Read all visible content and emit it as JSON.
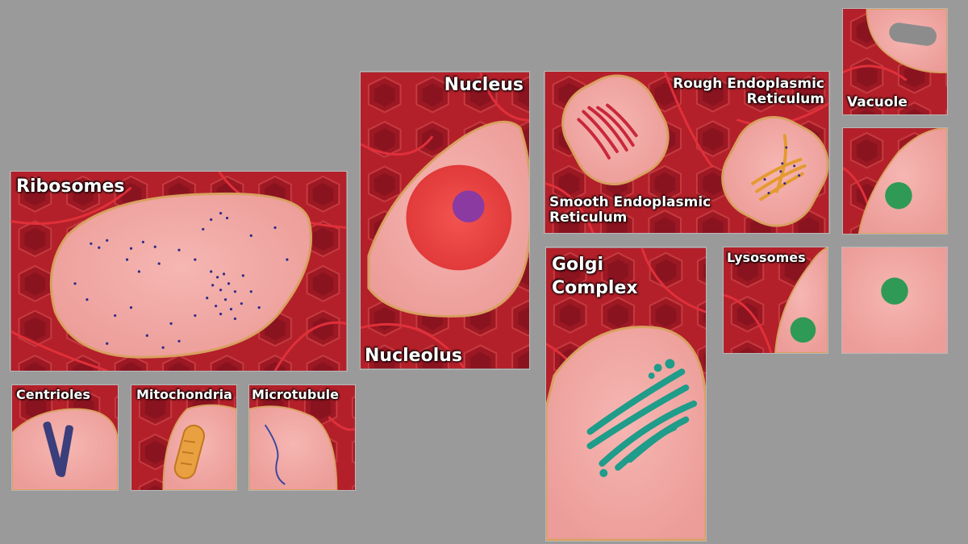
{
  "panels": {
    "ribosomes": {
      "label": "Ribosomes"
    },
    "nucleus": {
      "label": "Nucleus",
      "sub_label": "Nucleolus"
    },
    "er": {
      "label_rough_1": "Rough Endoplasmic",
      "label_rough_2": "Reticulum",
      "label_smooth_1": "Smooth Endoplasmic",
      "label_smooth_2": "Reticulum"
    },
    "vacuole": {
      "label": "Vacuole"
    },
    "golgi": {
      "label_1": "Golgi",
      "label_2": "Complex"
    },
    "lysosomes": {
      "label": "Lysosomes"
    },
    "centrioles": {
      "label": "Centrioles"
    },
    "mitochondria": {
      "label": "Mitochondria"
    },
    "microtubule": {
      "label": "Microtubule"
    }
  },
  "colors": {
    "background": "#9a9a9a",
    "tissue": "#b3202a",
    "cell": "#f2a9a5",
    "cell_border": "#d9a060",
    "nucleus": "#ef4a48",
    "nucleolus": "#8a3aa0",
    "golgi": "#1f9c8a",
    "lysosome": "#2f9a55",
    "mitochondria": "#e9a040",
    "centriole": "#3a3e7a",
    "vacuole": "#8c8c8c"
  }
}
